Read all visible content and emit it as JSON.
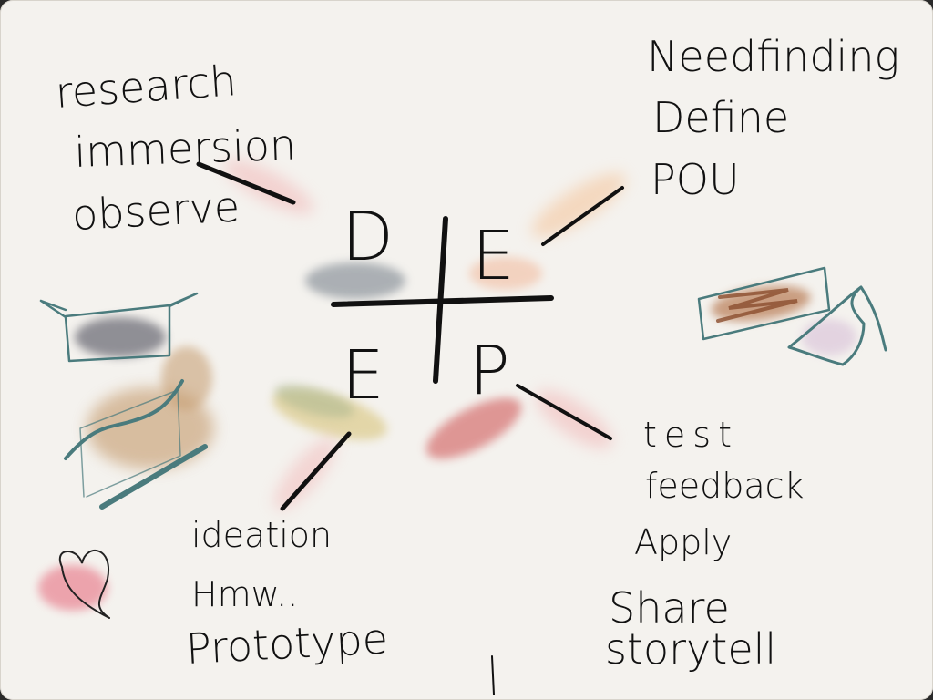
{
  "center": {
    "letter_tl": "D",
    "letter_tr": "E",
    "letter_bl": "E",
    "letter_br": "P"
  },
  "top_left": {
    "line1": "research",
    "line2": "immersion",
    "line3": "observe"
  },
  "top_right": {
    "line1": "Needfinding",
    "line2": "Define",
    "line3": "POU"
  },
  "bottom_left": {
    "line1": "ideation",
    "line2": "Hmw..",
    "line3": "Prototype"
  },
  "bottom_right": {
    "line1": "test",
    "line2": "feedback",
    "line3": "Apply",
    "line4": "Share",
    "line5": "storytell"
  },
  "colors": {
    "ink": "#111111",
    "teal": "#4a7b7d",
    "paper": "#f4f2ee",
    "pink": "#e8a0a8",
    "gray": "#8d949c",
    "tan": "#c49a6c",
    "red": "#d05a5a"
  }
}
